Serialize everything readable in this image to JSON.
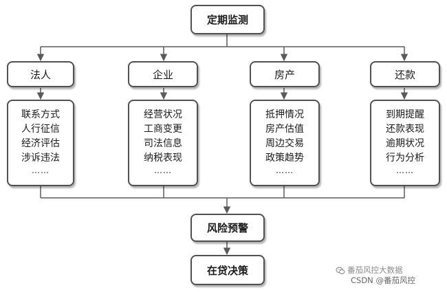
{
  "top": {
    "label": "定期监测"
  },
  "categories": [
    {
      "label": "法人",
      "items": [
        "联系方式",
        "人行征信",
        "经济评估",
        "涉诉违法"
      ],
      "more": "……"
    },
    {
      "label": "企业",
      "items": [
        "经营状况",
        "工商变更",
        "司法信息",
        "纳税表现"
      ],
      "more": "……"
    },
    {
      "label": "房产",
      "items": [
        "抵押情况",
        "房产估值",
        "周边交易",
        "政策趋势"
      ],
      "more": "……"
    },
    {
      "label": "还款",
      "items": [
        "到期提醒",
        "还款表现",
        "逾期状况",
        "行为分析"
      ],
      "more": "……"
    }
  ],
  "risk": {
    "label": "风险预警"
  },
  "decision": {
    "label": "在贷决策"
  },
  "watermark": {
    "line1": "番茄风控大数据",
    "line2": "CSDN @番茄风控"
  },
  "colors": {
    "border": "#505050",
    "line": "#5a5a5a",
    "watermark": "#8a8a8a"
  }
}
